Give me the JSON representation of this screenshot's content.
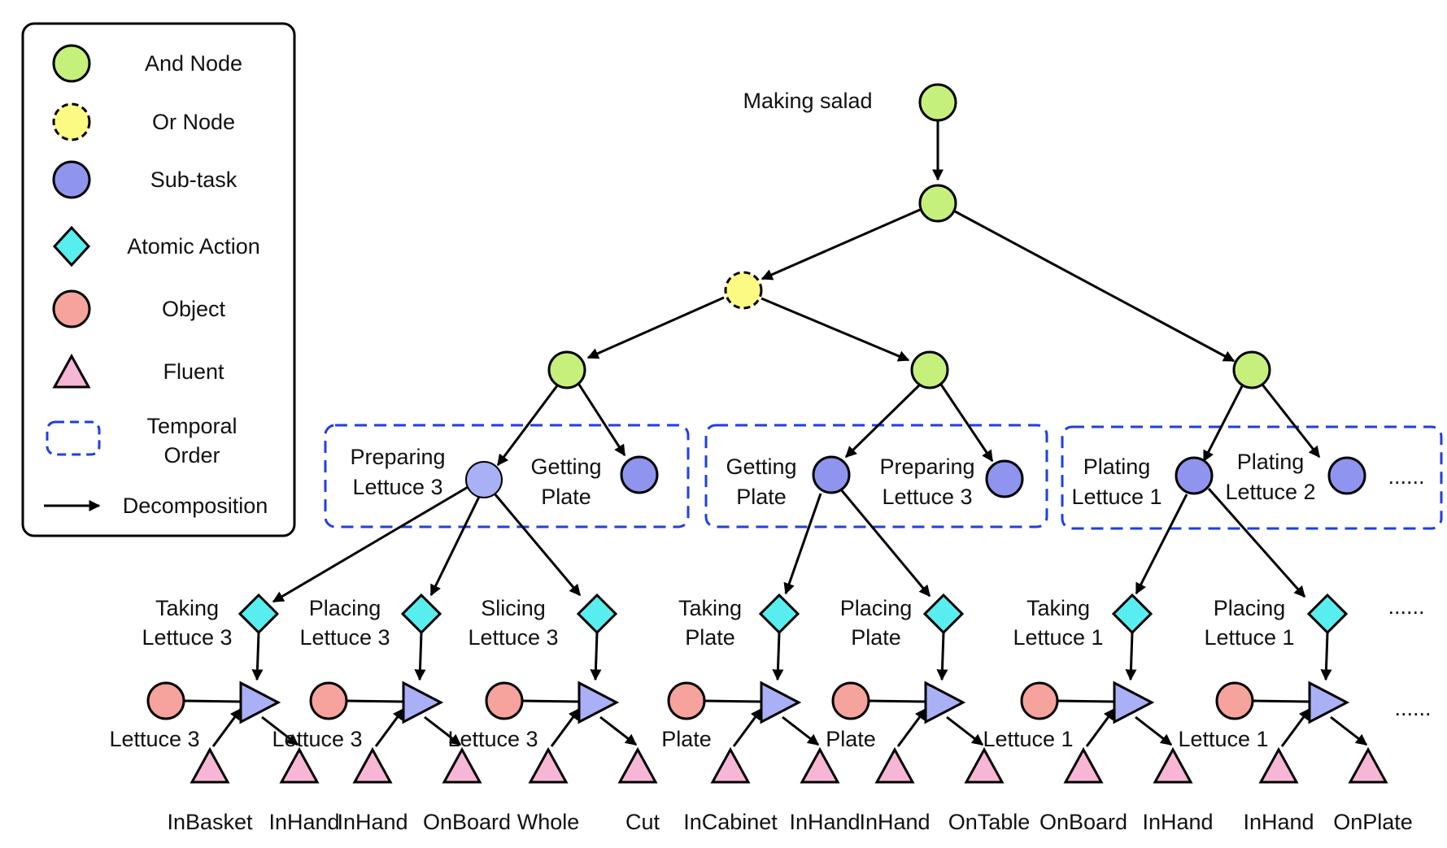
{
  "colors": {
    "and_node": "#c6f07c",
    "or_node": "#fbfb83",
    "subtask_light": "#aab0f6",
    "subtask": "#8f95ee",
    "atomic_action": "#58eef0",
    "object": "#f6a29d",
    "fluent": "#f7b6d6",
    "temporal_border": "#1f3fe0",
    "stroke": "#000000"
  },
  "legend": {
    "and_node": "And Node",
    "or_node": "Or Node",
    "subtask": "Sub-task",
    "atomic_action": "Atomic Action",
    "object": "Object",
    "fluent": "Fluent",
    "temporal_order_line1": "Temporal",
    "temporal_order_line2": "Order",
    "decomposition": "Decomposition"
  },
  "root": {
    "label": "Making salad"
  },
  "subtasks": {
    "g1_a": [
      "Preparing",
      "Lettuce 3"
    ],
    "g1_b": [
      "Getting",
      "Plate"
    ],
    "g2_a": [
      "Getting",
      "Plate"
    ],
    "g2_b": [
      "Preparing",
      "Lettuce 3"
    ],
    "g3_a": [
      "Plating",
      "Lettuce 1"
    ],
    "g3_b": [
      "Plating",
      "Lettuce 2"
    ],
    "ellipsis": "......"
  },
  "actions": [
    {
      "line1": "Taking",
      "line2": "Lettuce 3",
      "object": "Lettuce 3",
      "fluent_before": "InBasket",
      "fluent_after": "InHand"
    },
    {
      "line1": "Placing",
      "line2": "Lettuce 3",
      "object": "Lettuce 3",
      "fluent_before": "InHand",
      "fluent_after": "OnBoard"
    },
    {
      "line1": "Slicing",
      "line2": "Lettuce 3",
      "object": "Lettuce 3",
      "fluent_before": "Whole",
      "fluent_after": "Cut"
    },
    {
      "line1": "Taking",
      "line2": "Plate",
      "object": "Plate",
      "fluent_before": "InCabinet",
      "fluent_after": "InHand"
    },
    {
      "line1": "Placing",
      "line2": "Plate",
      "object": "Plate",
      "fluent_before": "InHand",
      "fluent_after": "OnTable"
    },
    {
      "line1": "Taking",
      "line2": "Lettuce 1",
      "object": "Lettuce 1",
      "fluent_before": "OnBoard",
      "fluent_after": "InHand"
    },
    {
      "line1": "Placing",
      "line2": "Lettuce 1",
      "object": "Lettuce 1",
      "fluent_before": "InHand",
      "fluent_after": "OnPlate"
    }
  ],
  "ellipsis_actions": "......",
  "ellipsis_fluents": "......"
}
